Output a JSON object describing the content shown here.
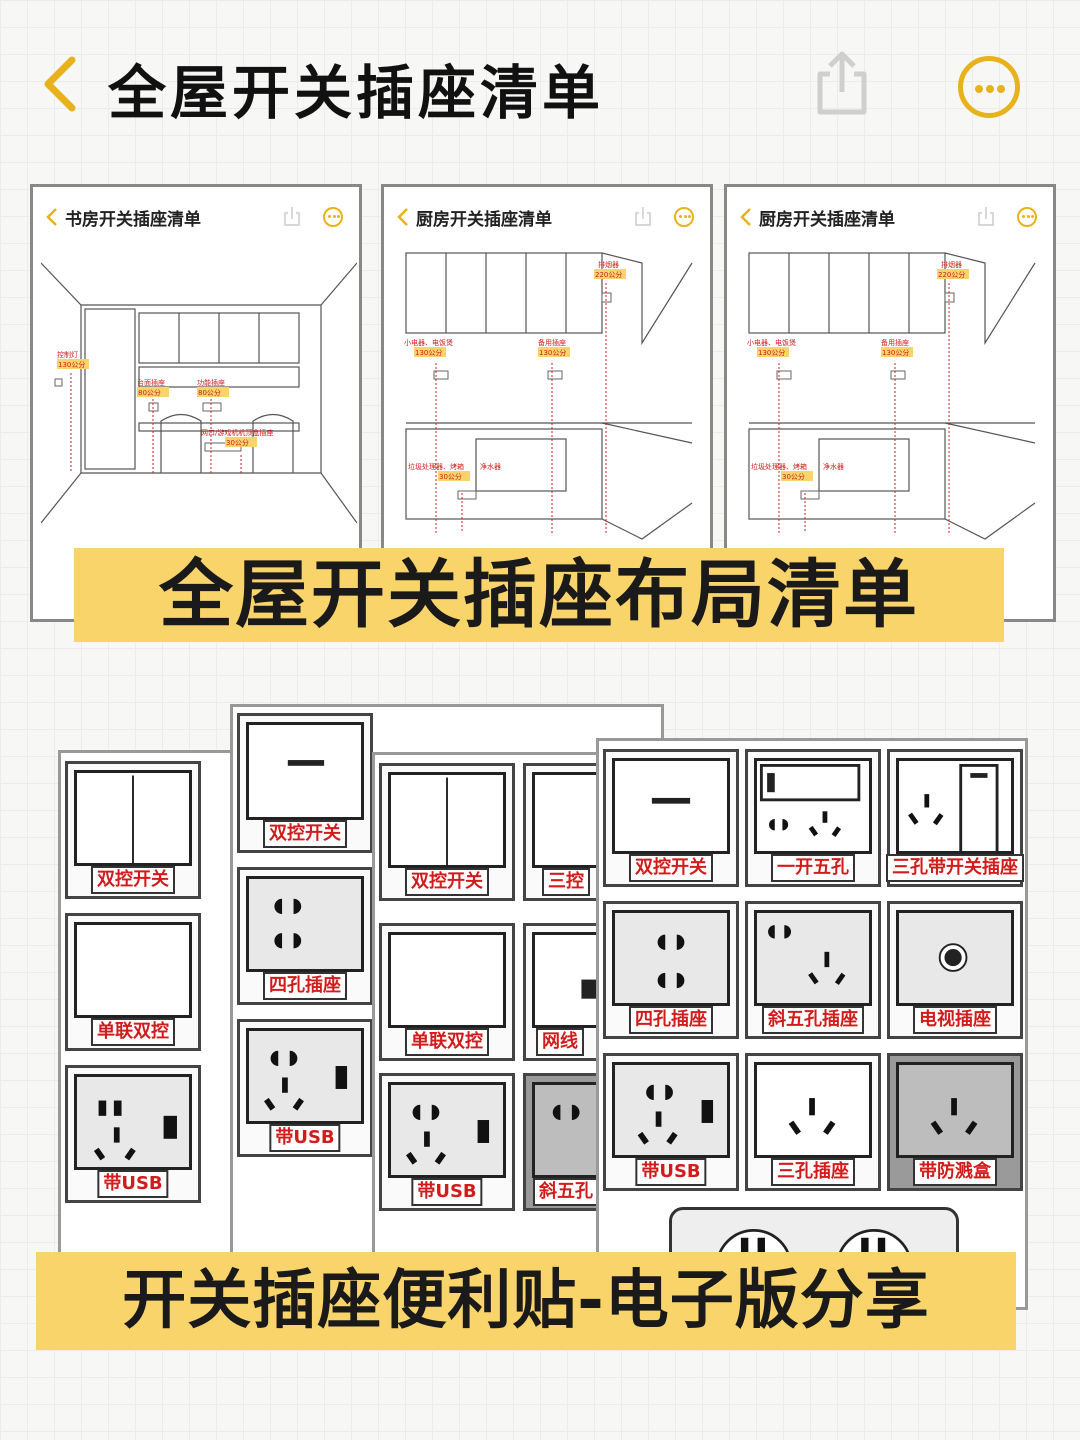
{
  "header": {
    "title": "全屋开关插座清单"
  },
  "cards": [
    {
      "title": "书房开关插座清单",
      "labels": [
        "控制灯",
        "130公分",
        "台面插座",
        "80公分",
        "功能插座",
        "80公分",
        "网口/游戏机机顶盒插座",
        "30公分"
      ]
    },
    {
      "title": "厨房开关插座清单",
      "labels": [
        "排烟器",
        "220公分",
        "小电器、电饭煲",
        "130公分",
        "备用插座",
        "130公分",
        "垃圾处理器、烤箱",
        "净水器",
        "30公分"
      ]
    },
    {
      "title": "厨房开关插座清单",
      "labels": [
        "排烟器",
        "220公分",
        "小电器、电饭煲",
        "130公分",
        "备用插座",
        "130公分",
        "垃圾处理器、烤箱",
        "净水器",
        "30公分"
      ]
    }
  ],
  "banner_top": "全屋开关插座布局清单",
  "banner_bottom": "开关插座便利贴-电子版分享",
  "sheets": {
    "sheet1": [
      "双控开关",
      "单联双控",
      "带USB"
    ],
    "sheet2": [
      "双控开关",
      "四孔插座",
      "带USB"
    ],
    "sheet3": [
      "双控开关",
      "三控",
      "单联双控",
      "网线",
      "带USB",
      "斜五孔"
    ],
    "sheet4": [
      "双控开关",
      "一开五孔",
      "三孔带开关插座",
      "四孔插座",
      "斜五孔插座",
      "电视插座",
      "带USB",
      "三孔插座",
      "带防溅盒"
    ]
  },
  "colors": {
    "accent": "#e8b21c",
    "banner": "#f9d46b",
    "label_text": "#d21c1c"
  }
}
